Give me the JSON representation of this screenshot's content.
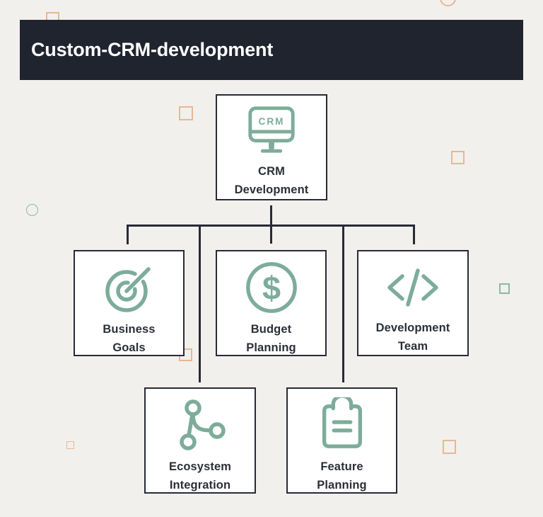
{
  "header": {
    "title": "Custom-CRM-development"
  },
  "colors": {
    "background": "#f2f0ed",
    "header_bg": "#20242f",
    "header_text": "#ffffff",
    "node_bg": "#ffffff",
    "node_border": "#272b36",
    "connector": "#272b36",
    "label_text": "#2b2f38",
    "icon_teal": "#7dac9a",
    "deco_peach": "#e9b792",
    "deco_teal": "#8cb8a6"
  },
  "diagram": {
    "root": "crm-development",
    "nodes": [
      {
        "id": "crm-development",
        "icon": "crm-monitor-icon",
        "line1": "CRM",
        "line2": "Development"
      },
      {
        "id": "business-goals",
        "icon": "target-icon",
        "line1": "Business",
        "line2": "Goals"
      },
      {
        "id": "budget-planning",
        "icon": "dollar-circle-icon",
        "line1": "Budget",
        "line2": "Planning"
      },
      {
        "id": "development-team",
        "icon": "code-icon",
        "line1": "Development",
        "line2": "Team"
      },
      {
        "id": "ecosystem-integration",
        "icon": "network-icon",
        "line1": "Ecosystem",
        "line2": "Integration"
      },
      {
        "id": "feature-planning",
        "icon": "clipboard-icon",
        "line1": "Feature",
        "line2": "Planning"
      }
    ],
    "edges": [
      [
        "crm-development",
        "business-goals"
      ],
      [
        "crm-development",
        "budget-planning"
      ],
      [
        "crm-development",
        "development-team"
      ],
      [
        "crm-development",
        "ecosystem-integration"
      ],
      [
        "crm-development",
        "feature-planning"
      ]
    ],
    "crm_screen_label": "CRM",
    "dollar_glyph": "$"
  }
}
